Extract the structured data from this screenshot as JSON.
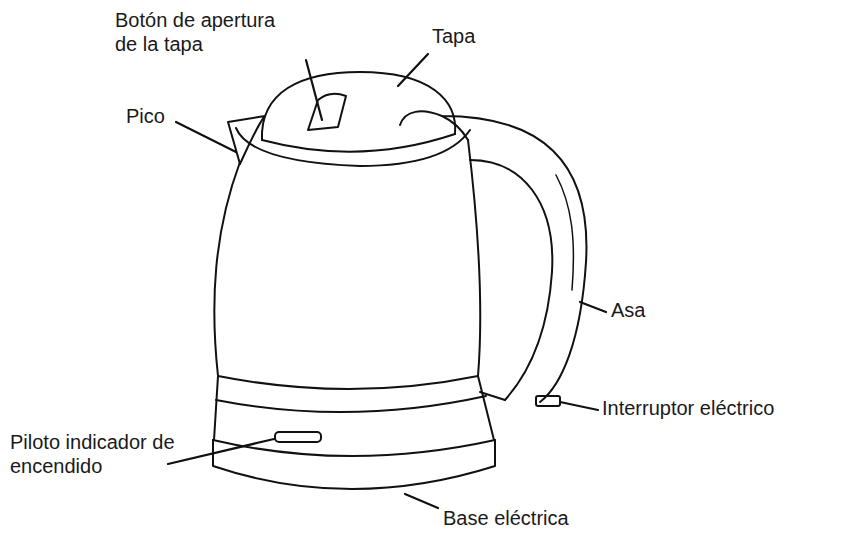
{
  "diagram": {
    "labels": [
      "Botón de apertura de la tapa",
      "Tapa",
      "Pico",
      "Asa",
      "Interruptor eléctrico",
      "Piloto indicador de encendido",
      "Base eléctrica"
    ]
  }
}
